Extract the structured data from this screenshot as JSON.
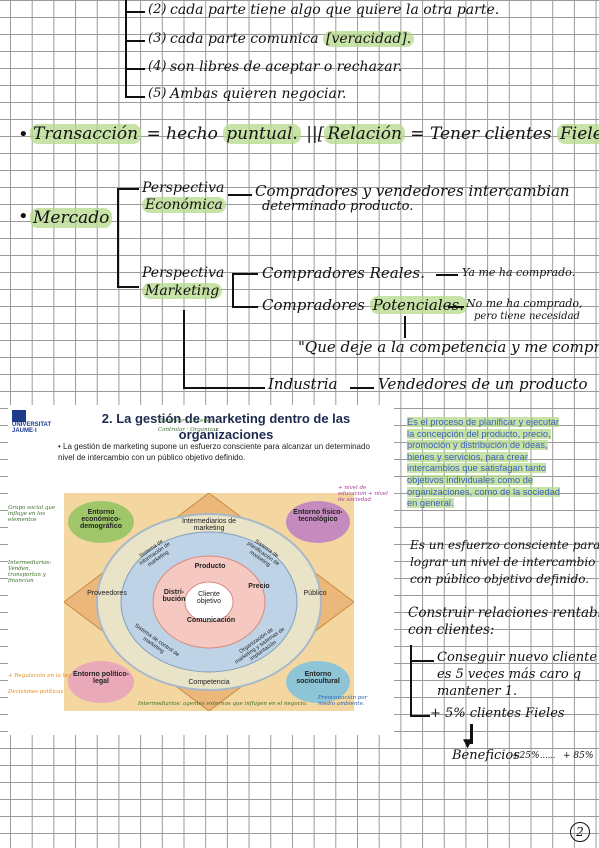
{
  "notes_top": {
    "line2": "cada parte tiene algo que quiere la otra parte.",
    "line3_a": "cada parte comunica",
    "line3_b": "[veracidad].",
    "line4": "son libres de aceptar o rechazar.",
    "line5": "Ambas quieren negociar.",
    "num2": "2",
    "num3": "3",
    "num4": "4",
    "num5": "5"
  },
  "transaccion": {
    "term": "Transacción",
    "eq": "= hecho",
    "puntual": "puntual.",
    "rel_bracket": "||[",
    "relacion": "Relación",
    "def": "= Tener clientes",
    "fieles": "Fieles"
  },
  "mercado": {
    "term": "Mercado",
    "persp_econ_1": "Perspectiva",
    "persp_econ_2": "Económica",
    "econ_def_1": "Compradores y vendedores intercambian",
    "econ_def_2": "determinado producto.",
    "persp_mkt_1": "Perspectiva",
    "persp_mkt_2": "Marketing",
    "reales": "Compradores Reales.",
    "reales_note": "Ya me ha comprado.",
    "potenciales_a": "Compradores",
    "potenciales_b": "Potenciales.",
    "pot_note_1": "No me ha comprado,",
    "pot_note_2": "pero tiene necesidad",
    "quote": "\"Que deje a la competencia y me compre\"",
    "industria": "Industria",
    "industria_def": "Vendedores de un producto"
  },
  "slide": {
    "logo": "UNIVERSITAT JAUME·I",
    "title": "2. La gestión de marketing dentro de las organizaciones",
    "bullet": "La gestión de marketing supone un esfuerzo consciente para alcanzar un determinado nivel de intercambio con un público objetivo definido.",
    "env_eco": "Entorno económico-demográfico",
    "env_tec": "Entorno físico-tecnológico",
    "env_pol": "Entorno político-legal",
    "env_soc": "Entorno sociocultural",
    "intermediarios": "Intermediarios de marketing",
    "proveedores": "Proveedores",
    "publico": "Público",
    "competencia": "Competencia",
    "producto": "Producto",
    "precio": "Precio",
    "distribucion": "Distri-bución",
    "comunicacion": "Comunicación",
    "cliente": "Cliente objetivo",
    "sis_info": "Sistema de información de marketing",
    "sis_plan": "Sistema de planificación de marketing",
    "sis_control": "Sistema de control de marketing",
    "sis_org": "Organización de marketing y sistemas de implantación",
    "ann_left_1": "Grupo social que influye en los elementos",
    "ann_left_2": "Intermediarios: Venden, transportan y financian",
    "ann_left_3": "+ Regulación en la ley",
    "ann_left_4": "Decisiones políticas",
    "ann_bottom": "Intermediarios: agentes externos que influyen en el negocio.",
    "ann_bottom_right": "Preocupación por medio ambiente.",
    "ann_right_top": "+ nivel de educación + nivel de sociedad",
    "ann_top_1": "Planificar · Obtener",
    "ann_top_2": "Controlar · Organizar"
  },
  "right_notes": {
    "para_1": "Es el proceso de planificar y ejecutar",
    "para_2": "la concepción del producto, precio,",
    "para_3": "promoción y distribución de ideas,",
    "para_4": "bienes y servicios, para crear",
    "para_5": "intercambios que satisfagan tanto",
    "para_6": "objetivos individuales como de",
    "para_7": "organizaciones, como de la sociedad",
    "para_8": "en general.",
    "esfuerzo_1": "Es un esfuerzo consciente para",
    "esfuerzo_2": "lograr un nivel de intercambio",
    "esfuerzo_3": "con público objetivo definido.",
    "construir_1": "Construir relaciones rentables",
    "construir_2": "con clientes:",
    "conseguir_1": "Conseguir nuevo cliente",
    "conseguir_2": "es 5 veces más caro q",
    "conseguir_3": "mantener 1.",
    "fieles": "+ 5% clientes Fieles",
    "beneficios": "Beneficios",
    "b_min": "+25%",
    "b_sep": "......",
    "b_max": "+ 85%",
    "page_num": "2"
  },
  "colors": {
    "highlight": "#b6da89",
    "ink": "#111111",
    "blue": "#3a60b8"
  }
}
